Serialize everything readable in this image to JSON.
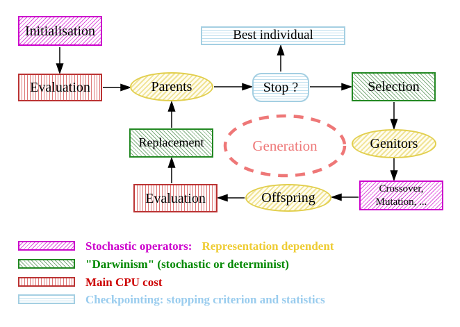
{
  "nodes": {
    "initialisation": "Initialisation",
    "evaluation_top": "Evaluation",
    "parents": "Parents",
    "best_individual": "Best individual",
    "stop": "Stop ?",
    "selection": "Selection",
    "replacement": "Replacement",
    "generation": "Generation",
    "genitors": "Genitors",
    "evaluation_bottom": "Evaluation",
    "offspring": "Offspring",
    "crossover_line1": "Crossover,",
    "crossover_line2": "Mutation, ..."
  },
  "edges": [
    "initialisation -> evaluation_top",
    "evaluation_top -> parents",
    "parents -> stop",
    "stop -> best_individual",
    "stop -> selection",
    "selection -> genitors",
    "genitors -> crossover_mutation",
    "crossover_mutation -> offspring",
    "offspring -> evaluation_bottom",
    "evaluation_bottom -> replacement",
    "replacement -> parents"
  ],
  "legend": {
    "items": [
      {
        "swatch": "magenta-diagonal-hatch",
        "label": "Stochastic operators:",
        "label2": "Representation dependent",
        "label_color": "#cc00cc",
        "label2_color": "#eecc33"
      },
      {
        "swatch": "green-diagonal-hatch",
        "label": "\"Darwinism\" (stochastic or determinist)",
        "label_color": "#008800"
      },
      {
        "swatch": "red-vertical-hatch",
        "label": "Main CPU cost",
        "label_color": "#cc0000"
      },
      {
        "swatch": "cyan-horizontal-hatch",
        "label": "Checkpointing: stopping criterion and statistics",
        "label_color": "#99ccee"
      }
    ]
  },
  "colors": {
    "magenta": "#cc00cc",
    "green": "#228822",
    "red": "#bb3333",
    "cyan": "#a4cfe2",
    "yellow": "#e2cf4e",
    "salmon": "#ee7777",
    "arrow": "#000000",
    "text": "#000000",
    "background": "#ffffff"
  }
}
